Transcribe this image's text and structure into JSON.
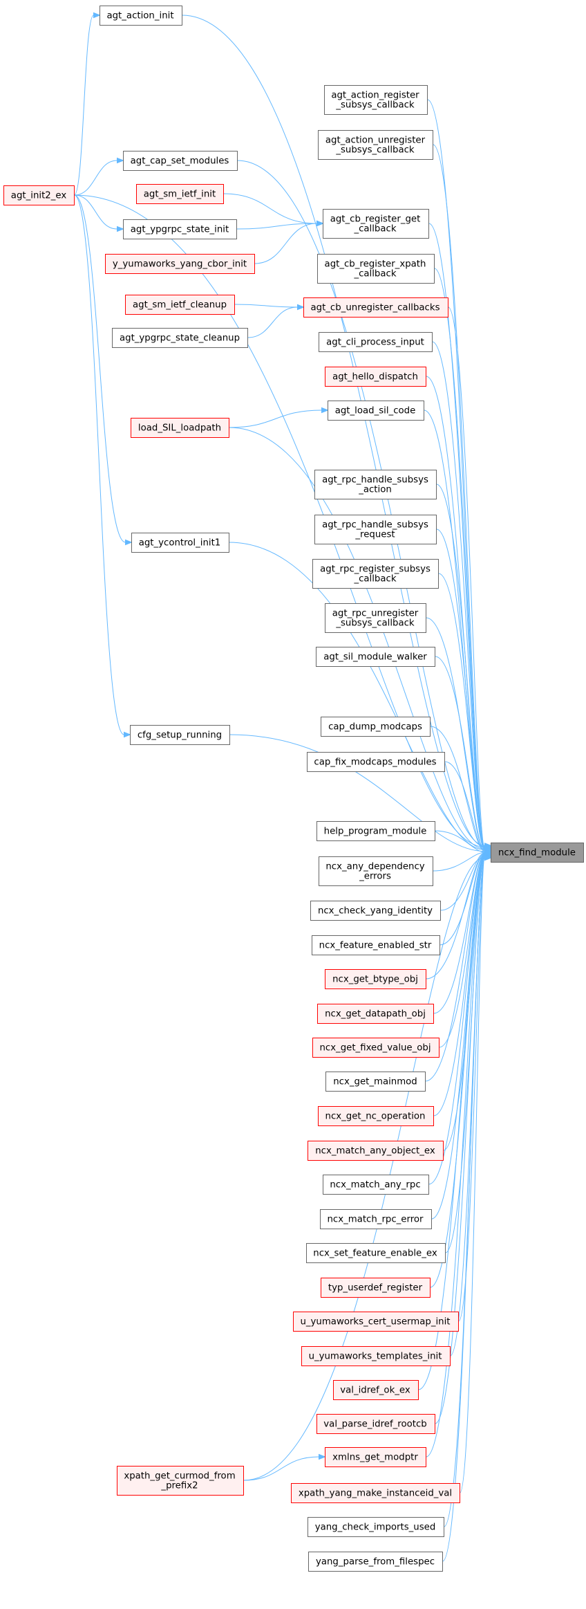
{
  "colors": {
    "node_fill": "#ffffff",
    "node_border": "#666666",
    "node_red_fill": "#fff0f0",
    "node_red_border": "#ff0000",
    "target_fill": "#999999",
    "target_border": "#666666",
    "edge": "#63b8ff",
    "text": "#000000"
  },
  "target": {
    "id": "ncx_find_module",
    "label": "ncx_find_module"
  },
  "nodes": [
    {
      "id": "agt_action_init",
      "label": [
        "agt_action_init"
      ],
      "style": "normal"
    },
    {
      "id": "agt_init2_ex",
      "label": [
        "agt_init2_ex"
      ],
      "style": "red"
    },
    {
      "id": "agt_action_register_subsys_callback",
      "label": [
        "agt_action_register",
        "_subsys_callback"
      ],
      "style": "normal"
    },
    {
      "id": "agt_action_unregister_subsys_callback",
      "label": [
        "agt_action_unregister",
        "_subsys_callback"
      ],
      "style": "normal"
    },
    {
      "id": "agt_cap_set_modules",
      "label": [
        "agt_cap_set_modules"
      ],
      "style": "normal"
    },
    {
      "id": "agt_sm_ietf_init",
      "label": [
        "agt_sm_ietf_init"
      ],
      "style": "red"
    },
    {
      "id": "agt_cb_register_get_callback",
      "label": [
        "agt_cb_register_get",
        "_callback"
      ],
      "style": "normal"
    },
    {
      "id": "agt_ypgrpc_state_init",
      "label": [
        "agt_ypgrpc_state_init"
      ],
      "style": "normal"
    },
    {
      "id": "y_yumaworks_yang_cbor_init",
      "label": [
        "y_yumaworks_yang_cbor_init"
      ],
      "style": "red"
    },
    {
      "id": "agt_cb_register_xpath_callback",
      "label": [
        "agt_cb_register_xpath",
        "_callback"
      ],
      "style": "normal"
    },
    {
      "id": "agt_sm_ietf_cleanup",
      "label": [
        "agt_sm_ietf_cleanup"
      ],
      "style": "red"
    },
    {
      "id": "agt_cb_unregister_callbacks",
      "label": [
        "agt_cb_unregister_callbacks"
      ],
      "style": "red"
    },
    {
      "id": "agt_ypgrpc_state_cleanup",
      "label": [
        "agt_ypgrpc_state_cleanup"
      ],
      "style": "normal"
    },
    {
      "id": "agt_cli_process_input",
      "label": [
        "agt_cli_process_input"
      ],
      "style": "normal"
    },
    {
      "id": "agt_hello_dispatch",
      "label": [
        "agt_hello_dispatch"
      ],
      "style": "red"
    },
    {
      "id": "agt_load_sil_code",
      "label": [
        "agt_load_sil_code"
      ],
      "style": "normal"
    },
    {
      "id": "load_SIL_loadpath",
      "label": [
        "load_SIL_loadpath"
      ],
      "style": "red"
    },
    {
      "id": "agt_rpc_handle_subsys_action",
      "label": [
        "agt_rpc_handle_subsys",
        "_action"
      ],
      "style": "normal"
    },
    {
      "id": "agt_rpc_handle_subsys_request",
      "label": [
        "agt_rpc_handle_subsys",
        "_request"
      ],
      "style": "normal"
    },
    {
      "id": "agt_ycontrol_init1",
      "label": [
        "agt_ycontrol_init1"
      ],
      "style": "normal"
    },
    {
      "id": "agt_rpc_register_subsys_callback",
      "label": [
        "agt_rpc_register_subsys",
        "_callback"
      ],
      "style": "normal"
    },
    {
      "id": "agt_rpc_unregister_subsys_callback",
      "label": [
        "agt_rpc_unregister",
        "_subsys_callback"
      ],
      "style": "normal"
    },
    {
      "id": "agt_sil_module_walker",
      "label": [
        "agt_sil_module_walker"
      ],
      "style": "normal"
    },
    {
      "id": "cap_dump_modcaps",
      "label": [
        "cap_dump_modcaps"
      ],
      "style": "normal"
    },
    {
      "id": "cfg_setup_running",
      "label": [
        "cfg_setup_running"
      ],
      "style": "normal"
    },
    {
      "id": "cap_fix_modcaps_modules",
      "label": [
        "cap_fix_modcaps_modules"
      ],
      "style": "normal"
    },
    {
      "id": "help_program_module",
      "label": [
        "help_program_module"
      ],
      "style": "normal"
    },
    {
      "id": "ncx_any_dependency_errors",
      "label": [
        "ncx_any_dependency",
        "_errors"
      ],
      "style": "normal"
    },
    {
      "id": "ncx_check_yang_identity",
      "label": [
        "ncx_check_yang_identity"
      ],
      "style": "normal"
    },
    {
      "id": "ncx_feature_enabled_str",
      "label": [
        "ncx_feature_enabled_str"
      ],
      "style": "normal"
    },
    {
      "id": "ncx_get_btype_obj",
      "label": [
        "ncx_get_btype_obj"
      ],
      "style": "red"
    },
    {
      "id": "ncx_get_datapath_obj",
      "label": [
        "ncx_get_datapath_obj"
      ],
      "style": "red"
    },
    {
      "id": "ncx_get_fixed_value_obj",
      "label": [
        "ncx_get_fixed_value_obj"
      ],
      "style": "red"
    },
    {
      "id": "ncx_get_mainmod",
      "label": [
        "ncx_get_mainmod"
      ],
      "style": "normal"
    },
    {
      "id": "ncx_get_nc_operation",
      "label": [
        "ncx_get_nc_operation"
      ],
      "style": "red"
    },
    {
      "id": "ncx_match_any_object_ex",
      "label": [
        "ncx_match_any_object_ex"
      ],
      "style": "red"
    },
    {
      "id": "ncx_match_any_rpc",
      "label": [
        "ncx_match_any_rpc"
      ],
      "style": "normal"
    },
    {
      "id": "ncx_match_rpc_error",
      "label": [
        "ncx_match_rpc_error"
      ],
      "style": "normal"
    },
    {
      "id": "ncx_set_feature_enable_ex",
      "label": [
        "ncx_set_feature_enable_ex"
      ],
      "style": "normal"
    },
    {
      "id": "typ_userdef_register",
      "label": [
        "typ_userdef_register"
      ],
      "style": "red"
    },
    {
      "id": "u_yumaworks_cert_usermap_init",
      "label": [
        "u_yumaworks_cert_usermap_init"
      ],
      "style": "red"
    },
    {
      "id": "u_yumaworks_templates_init",
      "label": [
        "u_yumaworks_templates_init"
      ],
      "style": "red"
    },
    {
      "id": "val_idref_ok_ex",
      "label": [
        "val_idref_ok_ex"
      ],
      "style": "red"
    },
    {
      "id": "val_parse_idref_rootcb",
      "label": [
        "val_parse_idref_rootcb"
      ],
      "style": "red"
    },
    {
      "id": "xmlns_get_modptr",
      "label": [
        "xmlns_get_modptr"
      ],
      "style": "red"
    },
    {
      "id": "xpath_get_curmod_from_prefix2",
      "label": [
        "xpath_get_curmod_from",
        "_prefix2"
      ],
      "style": "red"
    },
    {
      "id": "xpath_yang_make_instanceid_val",
      "label": [
        "xpath_yang_make_instanceid_val"
      ],
      "style": "red"
    },
    {
      "id": "yang_check_imports_used",
      "label": [
        "yang_check_imports_used"
      ],
      "style": "normal"
    },
    {
      "id": "yang_parse_from_filespec",
      "label": [
        "yang_parse_from_filespec"
      ],
      "style": "normal"
    }
  ],
  "edges": [
    {
      "from": "agt_init2_ex",
      "to": "agt_action_init"
    },
    {
      "from": "agt_init2_ex",
      "to": "agt_cap_set_modules"
    },
    {
      "from": "agt_init2_ex",
      "to": "agt_ypgrpc_state_init"
    },
    {
      "from": "agt_init2_ex",
      "to": "agt_ycontrol_init1"
    },
    {
      "from": "agt_init2_ex",
      "to": "cfg_setup_running"
    },
    {
      "from": "agt_sm_ietf_init",
      "to": "agt_cb_register_get_callback"
    },
    {
      "from": "agt_ypgrpc_state_init",
      "to": "agt_cb_register_get_callback"
    },
    {
      "from": "y_yumaworks_yang_cbor_init",
      "to": "agt_cb_register_get_callback"
    },
    {
      "from": "agt_sm_ietf_cleanup",
      "to": "agt_cb_unregister_callbacks"
    },
    {
      "from": "agt_ypgrpc_state_cleanup",
      "to": "agt_cb_unregister_callbacks"
    },
    {
      "from": "load_SIL_loadpath",
      "to": "agt_load_sil_code"
    },
    {
      "from": "xpath_get_curmod_from_prefix2",
      "to": "xmlns_get_modptr"
    },
    {
      "from": "agt_action_init",
      "to": "ncx_find_module"
    },
    {
      "from": "agt_init2_ex",
      "to": "ncx_find_module"
    },
    {
      "from": "agt_action_register_subsys_callback",
      "to": "ncx_find_module"
    },
    {
      "from": "agt_action_unregister_subsys_callback",
      "to": "ncx_find_module"
    },
    {
      "from": "agt_cap_set_modules",
      "to": "ncx_find_module"
    },
    {
      "from": "agt_cb_register_get_callback",
      "to": "ncx_find_module"
    },
    {
      "from": "agt_cb_register_xpath_callback",
      "to": "ncx_find_module"
    },
    {
      "from": "agt_cb_unregister_callbacks",
      "to": "ncx_find_module"
    },
    {
      "from": "agt_cli_process_input",
      "to": "ncx_find_module"
    },
    {
      "from": "agt_hello_dispatch",
      "to": "ncx_find_module"
    },
    {
      "from": "agt_load_sil_code",
      "to": "ncx_find_module"
    },
    {
      "from": "load_SIL_loadpath",
      "to": "ncx_find_module"
    },
    {
      "from": "agt_rpc_handle_subsys_action",
      "to": "ncx_find_module"
    },
    {
      "from": "agt_rpc_handle_subsys_request",
      "to": "ncx_find_module"
    },
    {
      "from": "agt_rpc_register_subsys_callback",
      "to": "ncx_find_module"
    },
    {
      "from": "agt_rpc_unregister_subsys_callback",
      "to": "ncx_find_module"
    },
    {
      "from": "agt_sil_module_walker",
      "to": "ncx_find_module"
    },
    {
      "from": "agt_ycontrol_init1",
      "to": "ncx_find_module"
    },
    {
      "from": "cap_dump_modcaps",
      "to": "ncx_find_module"
    },
    {
      "from": "cap_fix_modcaps_modules",
      "to": "ncx_find_module"
    },
    {
      "from": "cfg_setup_running",
      "to": "ncx_find_module"
    },
    {
      "from": "help_program_module",
      "to": "ncx_find_module"
    },
    {
      "from": "ncx_any_dependency_errors",
      "to": "ncx_find_module"
    },
    {
      "from": "ncx_check_yang_identity",
      "to": "ncx_find_module"
    },
    {
      "from": "ncx_feature_enabled_str",
      "to": "ncx_find_module"
    },
    {
      "from": "ncx_get_btype_obj",
      "to": "ncx_find_module"
    },
    {
      "from": "ncx_get_datapath_obj",
      "to": "ncx_find_module"
    },
    {
      "from": "ncx_get_fixed_value_obj",
      "to": "ncx_find_module"
    },
    {
      "from": "ncx_get_mainmod",
      "to": "ncx_find_module"
    },
    {
      "from": "ncx_get_nc_operation",
      "to": "ncx_find_module"
    },
    {
      "from": "ncx_match_any_object_ex",
      "to": "ncx_find_module"
    },
    {
      "from": "ncx_match_any_rpc",
      "to": "ncx_find_module"
    },
    {
      "from": "ncx_match_rpc_error",
      "to": "ncx_find_module"
    },
    {
      "from": "ncx_set_feature_enable_ex",
      "to": "ncx_find_module"
    },
    {
      "from": "typ_userdef_register",
      "to": "ncx_find_module"
    },
    {
      "from": "u_yumaworks_cert_usermap_init",
      "to": "ncx_find_module"
    },
    {
      "from": "u_yumaworks_templates_init",
      "to": "ncx_find_module"
    },
    {
      "from": "val_idref_ok_ex",
      "to": "ncx_find_module"
    },
    {
      "from": "val_parse_idref_rootcb",
      "to": "ncx_find_module"
    },
    {
      "from": "xmlns_get_modptr",
      "to": "ncx_find_module"
    },
    {
      "from": "xpath_get_curmod_from_prefix2",
      "to": "ncx_find_module"
    },
    {
      "from": "xpath_yang_make_instanceid_val",
      "to": "ncx_find_module"
    },
    {
      "from": "yang_check_imports_used",
      "to": "ncx_find_module"
    },
    {
      "from": "yang_parse_from_filespec",
      "to": "ncx_find_module"
    }
  ]
}
